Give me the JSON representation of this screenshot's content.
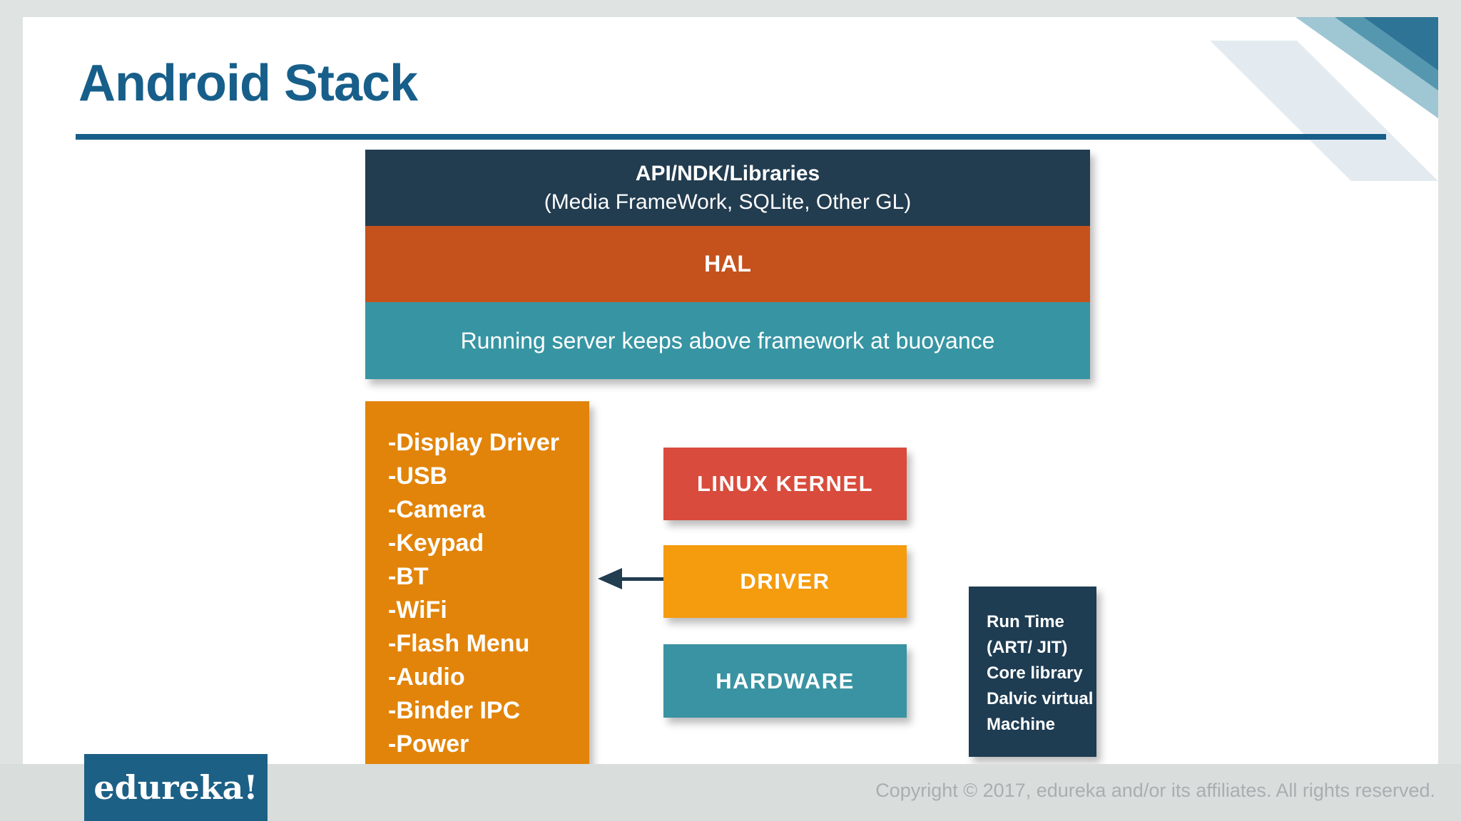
{
  "slide": {
    "title": "Android Stack",
    "stack": {
      "api_line1": "API/NDK/Libraries",
      "api_line2": "(Media FrameWork, SQLite, Other GL)",
      "hal_label": "HAL",
      "server_note": "Running server keeps above framework at buoyance"
    },
    "driver_list": [
      "-Display Driver",
      "-USB",
      "-Camera",
      "-Keypad",
      "-BT",
      "-WiFi",
      "-Flash Menu",
      "-Audio",
      "-Binder IPC",
      "-Power"
    ],
    "kernel_boxes": [
      "LINUX KERNEL",
      "DRIVER",
      "HARDWARE"
    ],
    "runtime_lines": [
      "Run Time",
      "(ART/ JIT)",
      "Core library",
      "Dalvic virtual",
      "Machine"
    ],
    "logo_text": "edureka!",
    "copyright": "Copyright © 2017, edureka and/or its affiliates. All rights reserved."
  },
  "colors": {
    "outer_bg": "#dfe3e2",
    "footer_band": "#d9dddc",
    "slide_bg": "#ffffff",
    "title_blue": "#175f8a",
    "navy": "#223c50",
    "hal_orange": "#c5521c",
    "band_teal": "#3795a3",
    "list_orange": "#e28409",
    "kernel_red": "#d94b3c",
    "driver_orange": "#f59b0e",
    "hardware_teal": "#3a93a2",
    "runtime_navy": "#1e3c52",
    "arrow_navy": "#223c50",
    "logo_blue": "#1d6086",
    "copyright_gray": "#a9aeb1",
    "decor": [
      "#2e7496",
      "#5597ae",
      "#9fc6d3",
      "#e4ebf0"
    ]
  }
}
